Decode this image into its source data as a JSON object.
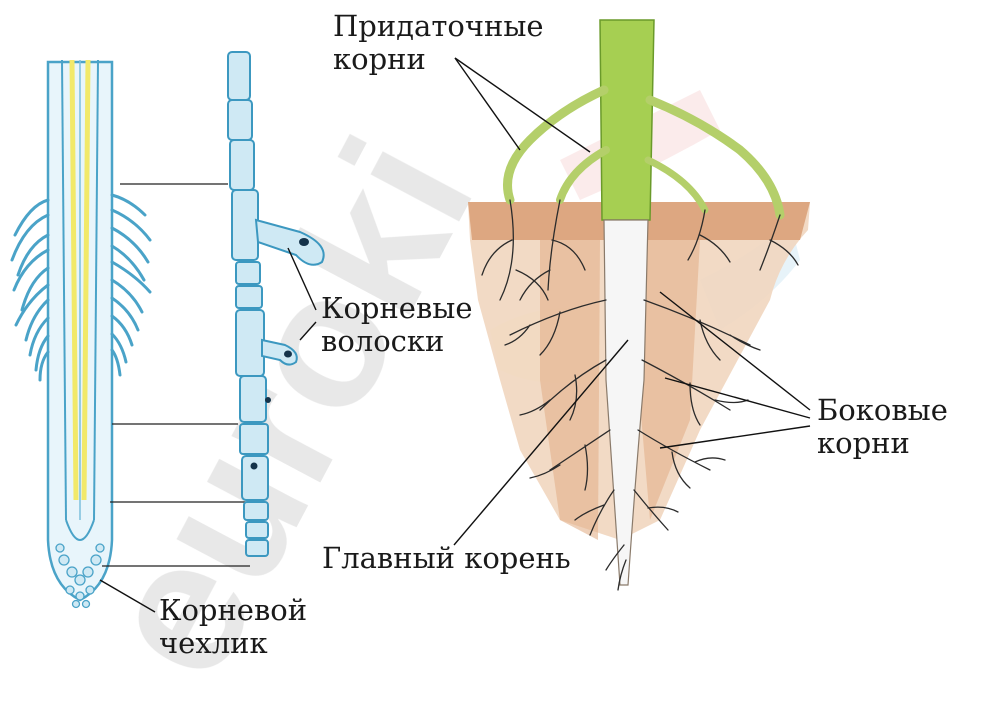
{
  "labels": {
    "adventitious_roots": [
      "Придаточные",
      "корни"
    ],
    "root_hairs": [
      "Корневые",
      "волоски"
    ],
    "lateral_roots": [
      "Боковые",
      "корни"
    ],
    "main_root": "Главный корень",
    "root_cap": [
      "Корневой",
      "чехлик"
    ]
  },
  "watermark": "euroki",
  "colors": {
    "root_outline": "#4aa3c8",
    "root_fill": "#cfe9f4",
    "vascular_yellow": "#f2e96a",
    "stem_green": "#a9cf55",
    "soil": "#d9a27a",
    "leader_line": "#111111",
    "watermark": "#d8d8d8"
  }
}
